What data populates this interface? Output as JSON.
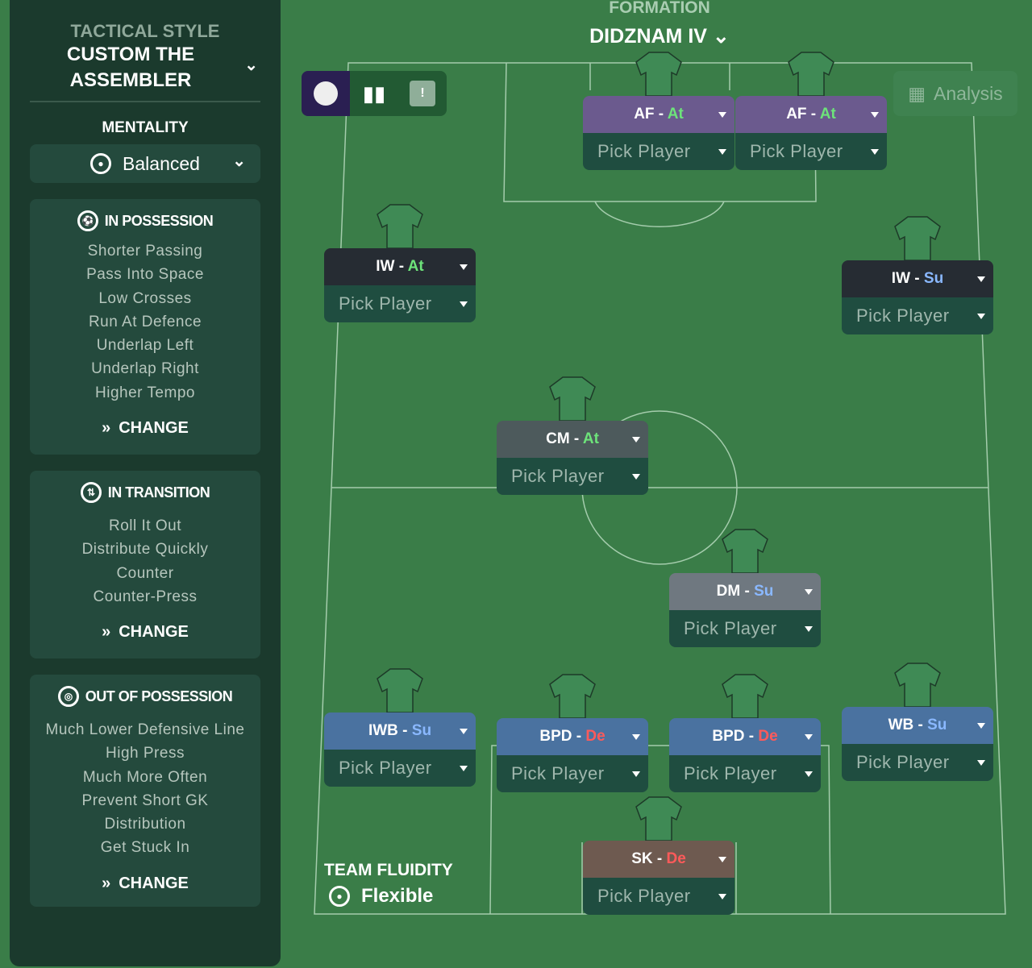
{
  "sidebar": {
    "tactical_style_label": "TACTICAL STYLE",
    "tactical_style_line1": "CUSTOM THE",
    "tactical_style_line2": "ASSEMBLER",
    "mentality_label": "MENTALITY",
    "mentality_value": "Balanced",
    "in_possession": {
      "title": "IN POSSESSION",
      "items": [
        "Shorter Passing",
        "Pass Into Space",
        "Low Crosses",
        "Run At Defence",
        "Underlap Left",
        "Underlap Right",
        "Higher Tempo"
      ],
      "change": "CHANGE"
    },
    "in_transition": {
      "title": "IN TRANSITION",
      "items": [
        "Roll It Out",
        "Distribute Quickly",
        "Counter",
        "Counter-Press"
      ],
      "change": "CHANGE"
    },
    "out_of_possession": {
      "title": "OUT OF POSSESSION",
      "items": [
        "Much Lower Defensive Line",
        "High Press",
        "Much More Often",
        "Prevent Short GK",
        "Distribution",
        "Get Stuck In"
      ],
      "change": "CHANGE"
    }
  },
  "formation": {
    "label": "FORMATION",
    "name": "DIDZNAM IV"
  },
  "analysis_label": "Analysis",
  "team_fluidity": {
    "label": "TEAM FLUIDITY",
    "value": "Flexible"
  },
  "positions": [
    {
      "role": "AF",
      "duty": "At",
      "player": "Pick Player",
      "color": "#6b5a8e"
    },
    {
      "role": "AF",
      "duty": "At",
      "player": "Pick Player",
      "color": "#6b5a8e"
    },
    {
      "role": "IW",
      "duty": "At",
      "player": "Pick Player",
      "color": "#262c33"
    },
    {
      "role": "IW",
      "duty": "Su",
      "player": "Pick Player",
      "color": "#262c33"
    },
    {
      "role": "CM",
      "duty": "At",
      "player": "Pick Player",
      "color": "#4d5a5c"
    },
    {
      "role": "DM",
      "duty": "Su",
      "player": "Pick Player",
      "color": "#6f7880"
    },
    {
      "role": "IWB",
      "duty": "Su",
      "player": "Pick Player",
      "color": "#4a72a0"
    },
    {
      "role": "BPD",
      "duty": "De",
      "player": "Pick Player",
      "color": "#4a72a0"
    },
    {
      "role": "BPD",
      "duty": "De",
      "player": "Pick Player",
      "color": "#4a72a0"
    },
    {
      "role": "WB",
      "duty": "Su",
      "player": "Pick Player",
      "color": "#4a72a0"
    },
    {
      "role": "SK",
      "duty": "De",
      "player": "Pick Player",
      "color": "#6e5a50"
    }
  ]
}
